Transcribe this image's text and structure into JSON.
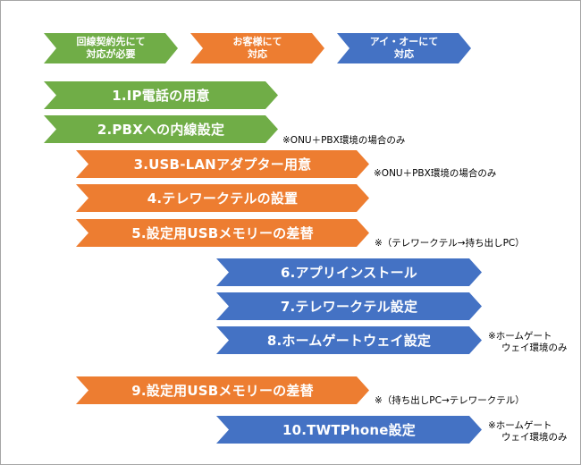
{
  "colors": {
    "green": "#70ad47",
    "orange": "#ed7d31",
    "blue": "#4472c4"
  },
  "legend": {
    "green": "回線契約先にて\n対応が必要",
    "orange": "お客様にて\n対応",
    "blue": "アイ・オーにて\n対応"
  },
  "steps": [
    {
      "label": "1.IP電話の用意",
      "color": "green",
      "note": ""
    },
    {
      "label": "2.PBXへの内線設定",
      "color": "green",
      "note": "※ONU＋PBX環境の場合のみ"
    },
    {
      "label": "3.USB-LANアダプター用意",
      "color": "orange",
      "note": "※ONU＋PBX環境の場合のみ"
    },
    {
      "label": "4.テレワークテルの設置",
      "color": "orange",
      "note": ""
    },
    {
      "label": "5.設定用USBメモリーの差替",
      "color": "orange",
      "note": "※（テレワークテル→持ち出しPC）"
    },
    {
      "label": "6.アプリインストール",
      "color": "blue",
      "note": ""
    },
    {
      "label": "7.テレワークテル設定",
      "color": "blue",
      "note": ""
    },
    {
      "label": "8.ホームゲートウェイ設定",
      "color": "blue",
      "note_line1": "※ホームゲート",
      "note_line2": "ウェイ環境のみ"
    },
    {
      "label": "9.設定用USBメモリーの差替",
      "color": "orange",
      "note": "※（持ち出しPC→テレワークテル）"
    },
    {
      "label": "10.TWTPhone設定",
      "color": "blue",
      "note_line1": "※ホームゲート",
      "note_line2": "ウェイ環境のみ"
    }
  ]
}
